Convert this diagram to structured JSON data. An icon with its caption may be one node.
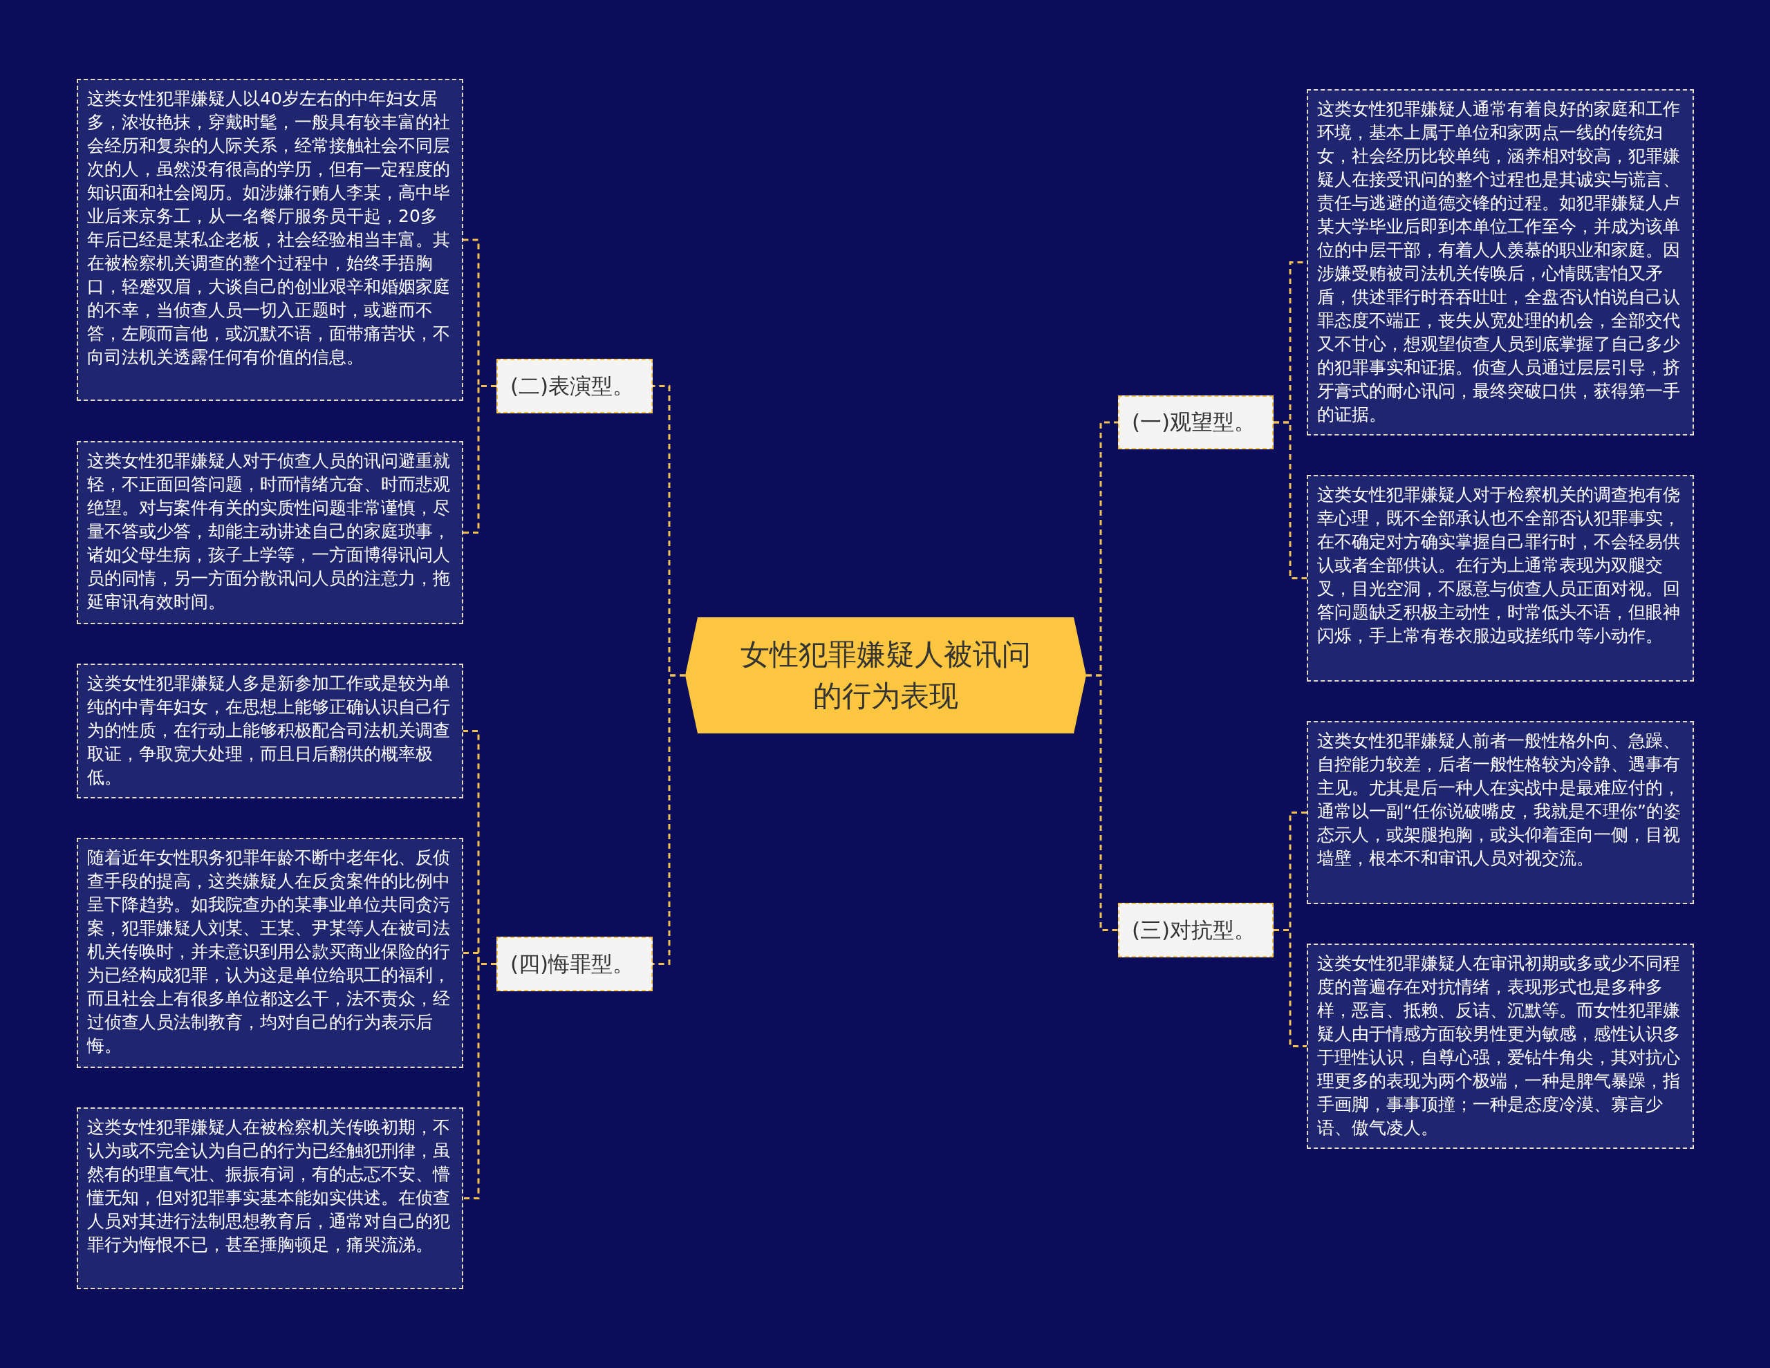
{
  "diagram": {
    "nodes": [
      {
        "text": [
          "女性犯罪嫌疑人被讯问的行为表现"
        ]
      },
      {
        "text": [
          "(二)表演型。"
        ]
      },
      {
        "text": [
          "这类女性犯罪嫌疑人以40岁左右的中年妇女居多，浓妆艳抹，穿戴时髦，一般具有较丰富的社会经历和复杂的人际关系，经常接触社会不同层次的人，虽然没有很高的学历，但有一定程度的知识面和社会阅历。如涉嫌行贿人李某，高中毕业后来京务工，从一名餐厅服务员干起，20多年后已经是某私企老板，社会经验相当丰富。其在被检察机关调查的整个过程中，始终手捂胸口，轻蹙双眉，大谈自己的创业艰辛和婚姻家庭的不幸，当侦查人员一切入正题时，或避而不答，左顾而言他，或沉默不语，面带痛苦状，不向司法机关透露任何有价值的信息。"
        ]
      },
      {
        "text": [
          "这类女性犯罪嫌疑人对于侦查人员的讯问避重就轻，不正面回答问题，时而情绪亢奋、时而悲观绝望。对与案件有关的实质性问题非常谨慎，尽量不答或少答，却能主动讲述自己的家庭琐事，诸如父母生病，孩子上学等，一方面博得讯问人员的同情，另一方面分散讯问人员的注意力，拖延审讯有效时间。"
        ]
      },
      {
        "text": [
          "(四)悔罪型。"
        ]
      },
      {
        "text": [
          "这类女性犯罪嫌疑人多是新参加工作或是较为单纯的中青年妇女，在思想上能够正确认识自己行为的性质，在行动上能够积极配合司法机关调查取证，争取宽大处理，而且日后翻供的概率极低。"
        ]
      },
      {
        "text": [
          "随着近年女性职务犯罪年龄不断中老年化、反侦查手段的提高，这类嫌疑人在反贪案件的比例中呈下降趋势。如我院查办的某事业单位共同贪污案，犯罪嫌疑人刘某、王某、尹某等人在被司法机关传唤时，并未意识到用公款买商业保险的行为已经构成犯罪，认为这是单位给职工的福利，而且社会上有很多单位都这么干，法不责众，经过侦查人员法制教育，均对自己的行为表示后悔。"
        ]
      },
      {
        "text": [
          "这类女性犯罪嫌疑人在被检察机关传唤初期，不认为或不完全认为自己的行为已经触犯刑律，虽然有的理直气壮、振振有词，有的忐忑不安、懵懂无知，但对犯罪事实基本能如实供述。在侦查人员对其进行法制思想教育后，通常对自己的犯罪行为悔恨不已，甚至捶胸顿足，痛哭流涕。"
        ]
      },
      {
        "text": [
          "(一)观望型。"
        ]
      },
      {
        "text": [
          "这类女性犯罪嫌疑人通常有着良好的家庭和工作环境，基本上属于单位和家两点一线的传统妇女，社会经历比较单纯，涵养相对较高，犯罪嫌疑人在接受讯问的整个过程也是其诚实与谎言、责任与逃避的道德交锋的过程。如犯罪嫌疑人卢某大学毕业后即到本单位工作至今，并成为该单位的中层干部，有着人人羡慕的职业和家庭。因涉嫌受贿被司法机关传唤后，心情既害怕又矛盾，供述罪行时吞吞吐吐，全盘否认怕说自己认罪态度不端正，丧失从宽处理的机会，全部交代又不甘心，想观望侦查人员到底掌握了自己多少的犯罪事实和证据。侦查人员通过层层引导，挤牙膏式的耐心讯问，最终突破口供，获得第一手的证据。"
        ]
      },
      {
        "text": [
          "这类女性犯罪嫌疑人对于检察机关的调查抱有侥幸心理，既不全部承认也不全部否认犯罪事实，在不确定对方确实掌握自己罪行时，不会轻易供认或者全部供认。在行为上通常表现为双腿交叉，目光空洞，不愿意与侦查人员正面对视。回答问题缺乏积极主动性，时常低头不语，但眼神闪烁，手上常有卷衣服边或搓纸巾等小动作。"
        ]
      },
      {
        "text": [
          "(三)对抗型。"
        ]
      },
      {
        "text": [
          "这类女性犯罪嫌疑人前者一般性格外向、急躁、自控能力较差，后者一般性格较为冷静、遇事有主见。尤其是后一种人在实战中是最难应付的，通常以一副“任你说破嘴皮，我就是不理你”的姿态示人，或架腿抱胸，或头仰着歪向一侧，目视墙壁，根本不和审讯人员对视交流。"
        ]
      },
      {
        "text": [
          "这类女性犯罪嫌疑人在审讯初期或多或少不同程度的普遍存在对抗情绪，表现形式也是多种多样，恶言、抵赖、反诘、沉默等。而女性犯罪嫌疑人由于情感方面较男性更为敏感，感性认识多于理性认识，自尊心强，爱钻牛角尖，其对抗心理更多的表现为两个极端，一种是脾气暴躁，指手画脚，事事顶撞；一种是态度冷漠、寡言少语、傲气凌人。"
        ]
      }
    ],
    "edges": [
      {
        "from": 0,
        "to": 1,
        "arrow": "none"
      },
      {
        "from": 1,
        "to": 2,
        "arrow": "none"
      },
      {
        "from": 1,
        "to": 3,
        "arrow": "none"
      },
      {
        "from": 0,
        "to": 4,
        "arrow": "none"
      },
      {
        "from": 4,
        "to": 5,
        "arrow": "none"
      },
      {
        "from": 4,
        "to": 6,
        "arrow": "none"
      },
      {
        "from": 4,
        "to": 7,
        "arrow": "none"
      },
      {
        "from": 0,
        "to": 8,
        "arrow": "none"
      },
      {
        "from": 8,
        "to": 9,
        "arrow": "none"
      },
      {
        "from": 8,
        "to": 10,
        "arrow": "none"
      },
      {
        "from": 0,
        "to": 11,
        "arrow": "none"
      },
      {
        "from": 11,
        "to": 12,
        "arrow": "none"
      },
      {
        "from": 11,
        "to": 13,
        "arrow": "none"
      }
    ]
  }
}
